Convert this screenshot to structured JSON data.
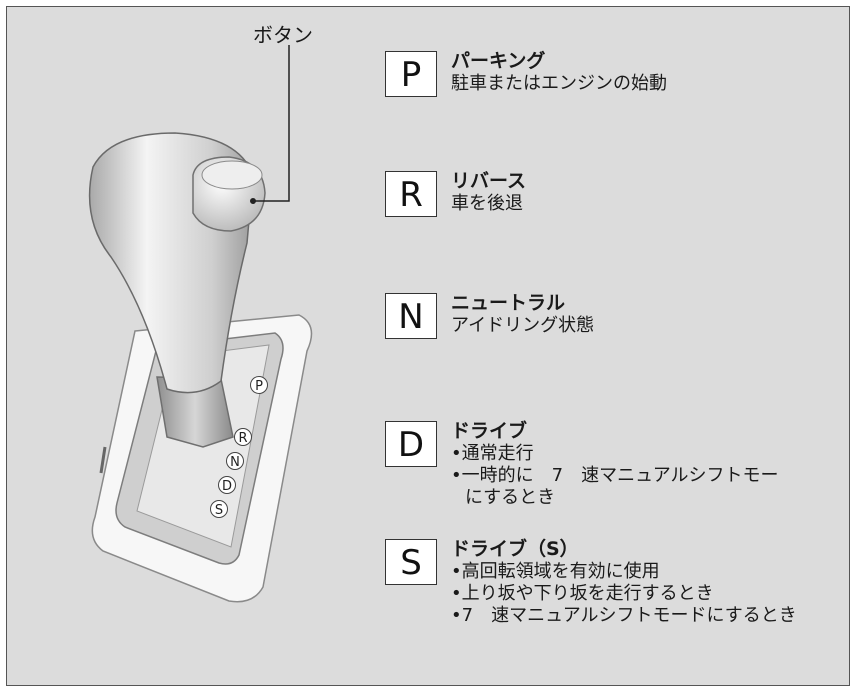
{
  "callout_label": "ボタン",
  "positions": [
    {
      "letter": "P",
      "title": "パーキング",
      "lines": [
        "駐車またはエンジンの始動"
      ]
    },
    {
      "letter": "R",
      "title": "リバース",
      "lines": [
        "車を後退"
      ]
    },
    {
      "letter": "N",
      "title": "ニュートラル",
      "lines": [
        "アイドリング状態"
      ]
    },
    {
      "letter": "D",
      "title": "ドライブ",
      "lines": [
        "•通常走行",
        "•一時的に　7　速マニュアルシフトモー",
        "にするとき"
      ]
    },
    {
      "letter": "S",
      "title": "ドライブ（S）",
      "lines": [
        "•高回転領域を有効に使用",
        "•上り坂や下り坂を走行するとき",
        "•7　速マニュアルシフトモードにするとき"
      ]
    }
  ],
  "gate_labels": [
    "P",
    "R",
    "N",
    "D",
    "S"
  ],
  "colors": {
    "background": "#dcdcdc",
    "border": "#555555",
    "text": "#1a1a1a"
  }
}
